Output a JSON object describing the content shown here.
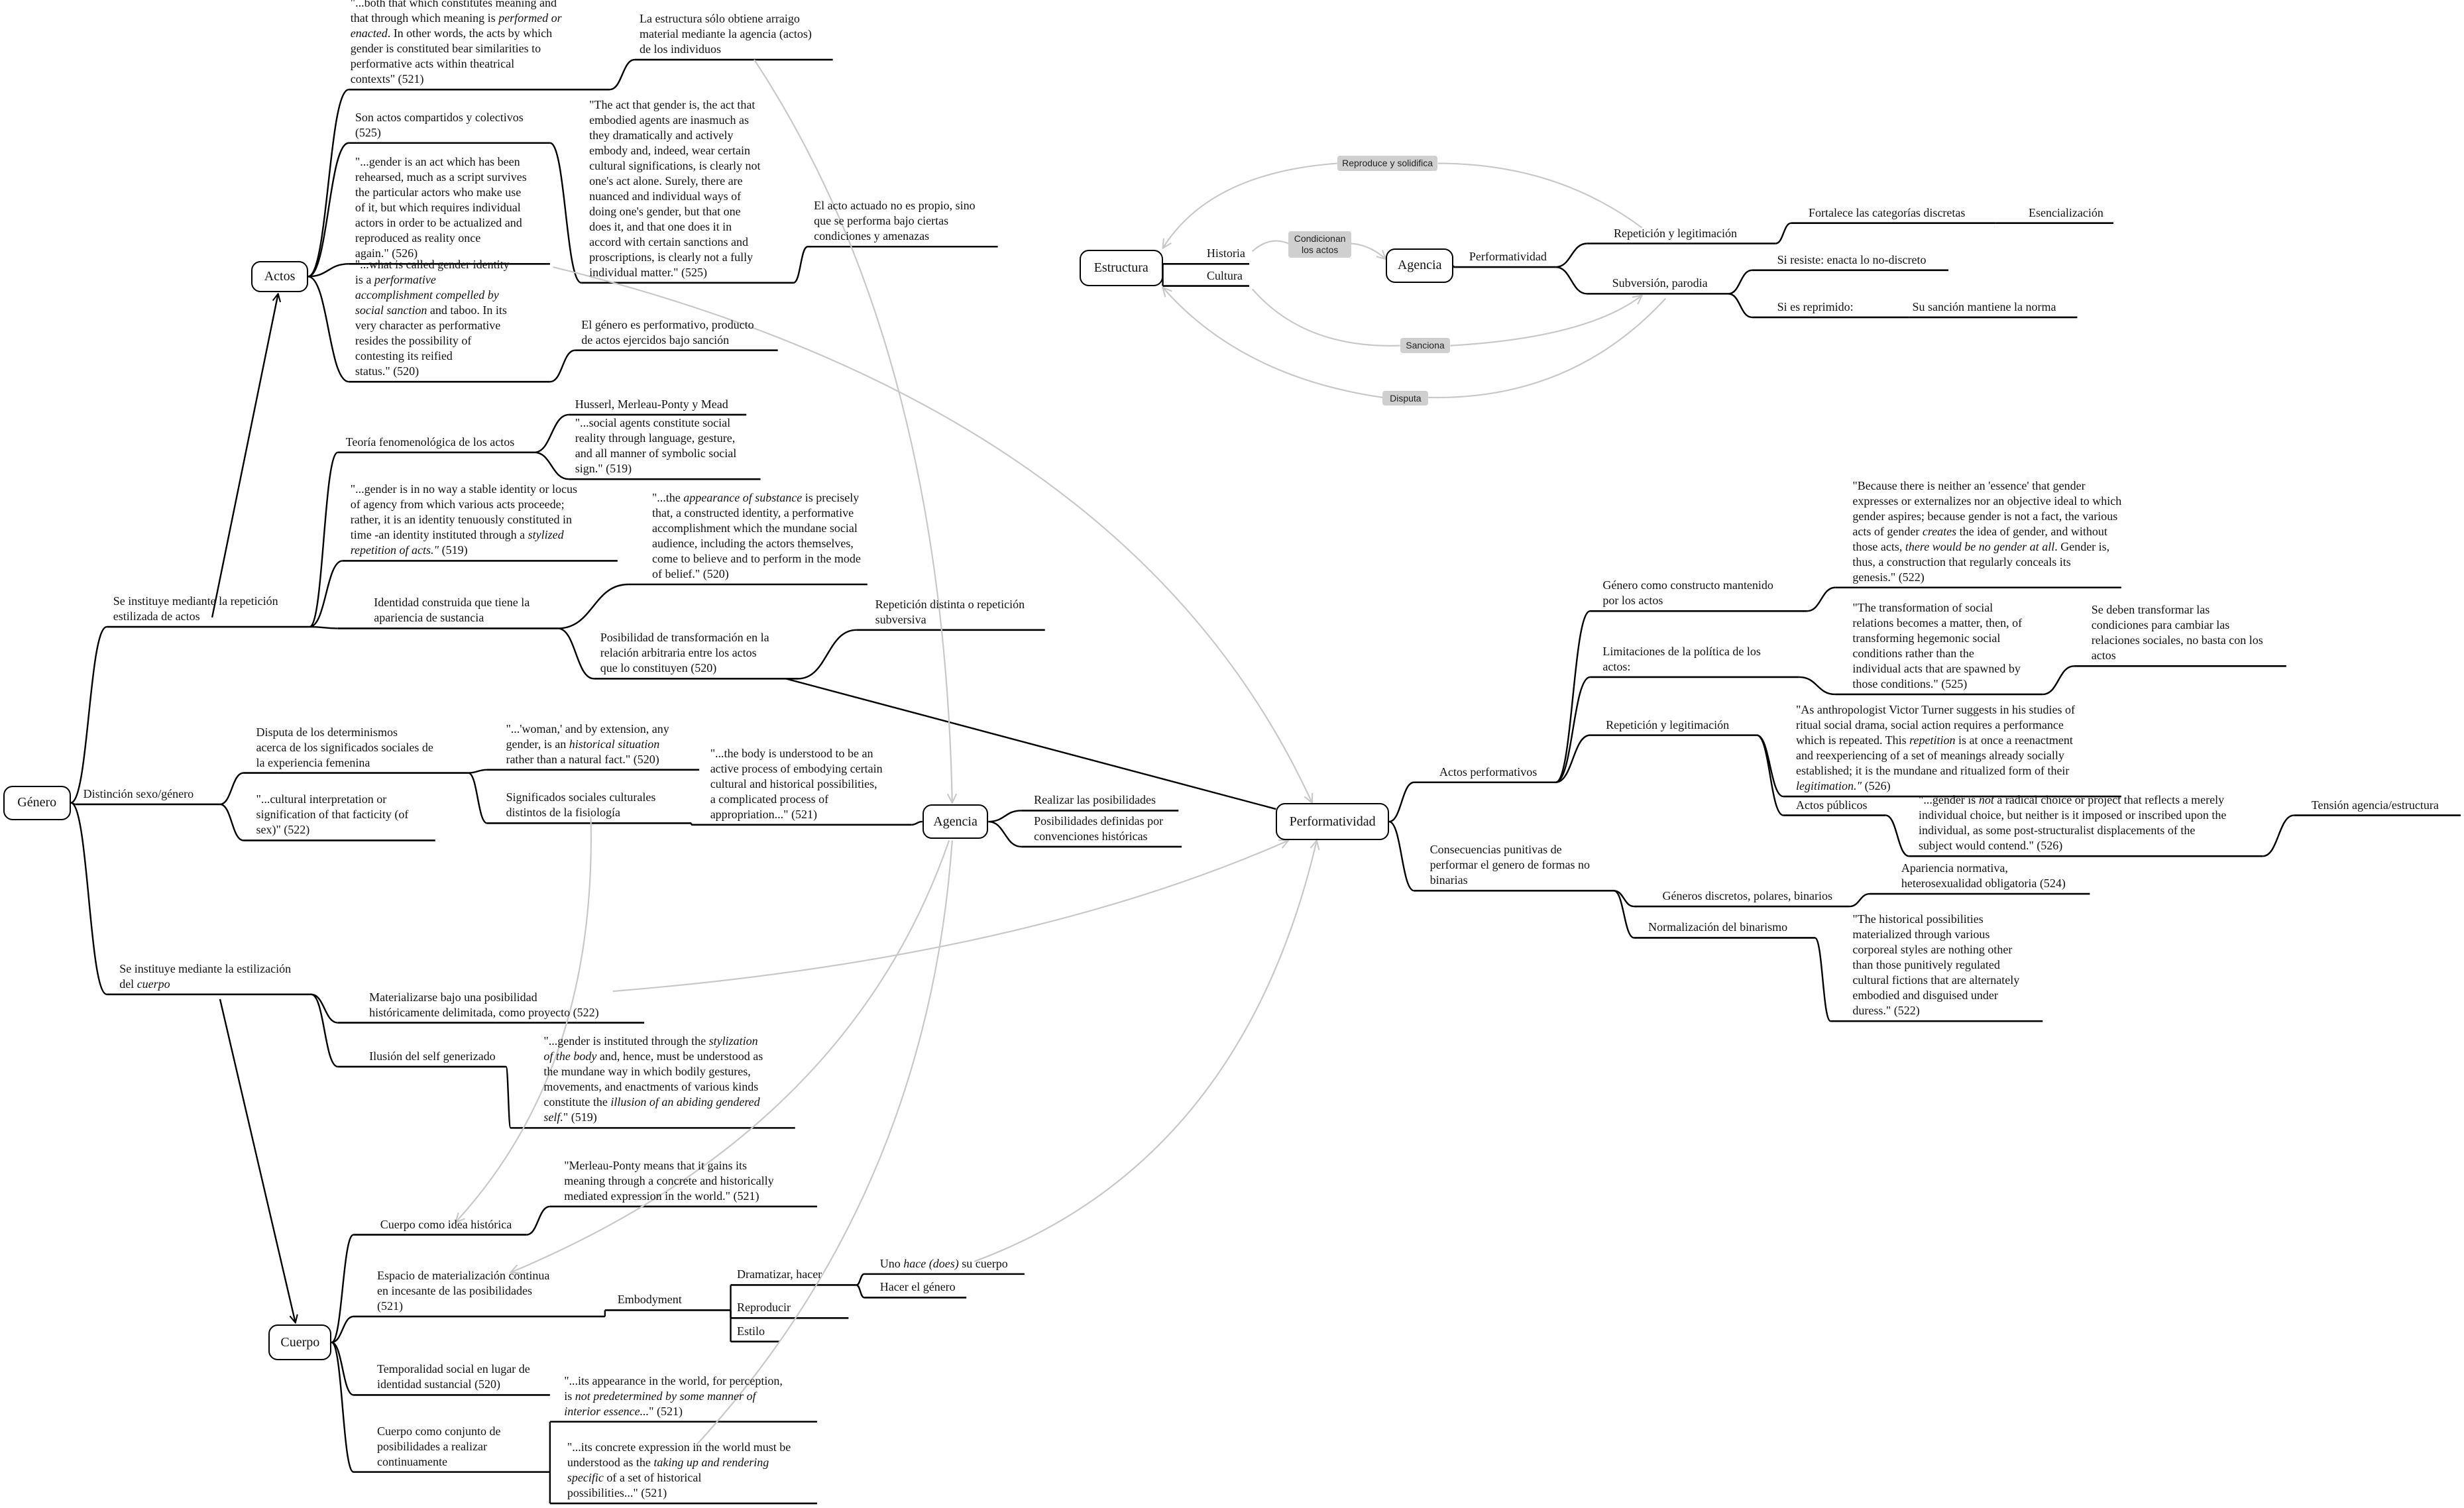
{
  "colors": {
    "branch": "#000000",
    "relationship": "#c8c8c8",
    "label_bg": "#cfcfcf"
  },
  "boxes": {
    "genero": "Género",
    "actos": "Actos",
    "agencia": "Agencia",
    "performatividad": "Performatividad",
    "cuerpo": "Cuerpo",
    "estructura": "Estructura",
    "agencia2": "Agencia"
  },
  "labels": {
    "reproduce": "Reproduce y solidifica",
    "condicionan": "Condicionan\nlos actos",
    "sanciona": "Sanciona",
    "disputa": "Disputa"
  },
  "nodes": {
    "a1": {
      "text": "\"...both that which constitutes meaning and\nthat through which meaning is performed or\nenacted. In other words, the acts by which\ngender is constituted bear similarities to\nperformative acts within theatrical\ncontexts\" (521)",
      "italic": [
        "performed or\nenacted"
      ]
    },
    "a1c": {
      "text": "La estructura sólo obtiene arraigo\nmaterial mediante la agencia (actos)\nde los individuos"
    },
    "a2": {
      "text": "Son actos compartidos y colectivos\n(525)"
    },
    "a2c": {
      "text": "\"The act that gender is, the act that\nembodied agents are inasmuch as\nthey dramatically and actively\nembody and, indeed, wear certain\ncultural significations, is clearly not\none's act alone. Surely, there are\nnuanced and individual ways of\ndoing one's gender, but that one\ndoes it, and that one does it in\naccord with certain sanctions and\nproscriptions, is clearly not a fully\nindividual matter.\" (525)"
    },
    "a2cc": {
      "text": "El acto actuado no es propio, sino\nque se performa bajo ciertas\ncondiciones y amenazas"
    },
    "a3": {
      "text": "\"...gender is an act which has been\nrehearsed, much as a script survives\nthe particular actors who make use\nof it, but which requires individual\nactors in order to be actualized and\nreproduced as reality once\nagain.\" (526)"
    },
    "a4": {
      "text": "\"...what is called gender identity\nis a performative\naccomplishment compelled by\nsocial sanction and taboo. In its\nvery character as performative\nresides the possibility of\ncontesting its reified\nstatus.\" (520)",
      "italic": [
        "performative\naccomplishment compelled by\nsocial sanction"
      ]
    },
    "a4c": {
      "text": "El género es performativo, producto\nde actos ejercidos bajo sanción"
    },
    "g1": {
      "text": "Se instituye mediante la repetición\nestilizada de actos"
    },
    "t1": {
      "text": "Teoría fenomenológica de los actos"
    },
    "t1a": {
      "text": "Husserl, Merleau-Ponty y Mead"
    },
    "t1b": {
      "text": "\"...social agents constitute social\nreality through language, gesture,\nand all manner of symbolic social\nsign.\" (519)"
    },
    "g1b": {
      "text": "\"...gender is in no way a stable identity or locus\nof agency from which various acts proceede;\nrather, it is an identity tenuously constituted in\ntime -an identity instituted through a stylized\nrepetition of acts.\" (519)",
      "italic": [
        "stylized\nrepetition of acts.\""
      ]
    },
    "g1c": {
      "text": "Identidad construida que tiene la\napariencia de sustancia"
    },
    "g1c1": {
      "text": "\"...the appearance of substance is precisely\nthat, a constructed identity, a performative\naccomplishment which the mundane social\naudience, including the actors themselves,\ncome to believe and to perform in the mode\nof belief.\" (520)",
      "italic": [
        "appearance of substance"
      ]
    },
    "g1c2": {
      "text": "Posibilidad de transformación en la\nrelación arbitraria entre los actos\nque lo constituyen (520)"
    },
    "g1c2a": {
      "text": "Repetición distinta o repetición\nsubversiva"
    },
    "g2": {
      "text": "Distinción sexo/género"
    },
    "g2a": {
      "text": "Disputa de los determinismos\nacerca de los significados sociales de\nla experiencia femenina"
    },
    "g2a1": {
      "text": "\"...'woman,' and by extension, any\ngender, is an historical situation\nrather than a natural fact.\" (520)",
      "italic": [
        "historical situation"
      ]
    },
    "g2a2": {
      "text": "Significados sociales culturales\ndistintos de la fisiología"
    },
    "g2a2a": {
      "text": "\"...the body is understood to be an\nactive process of embodying certain\ncultural and historical possibilities,\na complicated process of\nappropriation...\" (521)"
    },
    "g2b": {
      "text": "\"...cultural interpretation or\nsignification of that facticity (of\nsex)\" (522)"
    },
    "g3": {
      "text": "Se instituye mediante la estilización\ndel cuerpo",
      "italic": [
        "cuerpo"
      ]
    },
    "g3a": {
      "text": "Materializarse bajo una posibilidad\nhistóricamente delimitada, como proyecto (522)"
    },
    "g3b": {
      "text": "Ilusión del self generizado"
    },
    "g3b1": {
      "text": "\"...gender is instituted through the stylization\nof the body and, hence, must be understood as\nthe mundane way in which bodily gestures,\nmovements, and enactments of various kinds\nconstitute the illusion of an abiding gendered\nself.\" (519)",
      "italic": [
        "stylization\nof the body",
        "illusion of an abiding gendered\nself."
      ]
    },
    "c1": {
      "text": "Cuerpo como idea histórica"
    },
    "c1a": {
      "text": "\"Merleau-Ponty means that it gains its\nmeaning through a concrete and historically\nmediated expression in the world.\" (521)"
    },
    "c2": {
      "text": "Espacio de materialización continua\nen incesante de las posibilidades\n(521)"
    },
    "c2a": {
      "text": "Embodyment"
    },
    "c2a1": {
      "text": "Dramatizar, hacer"
    },
    "c2a1a": {
      "text": "Uno hace (does) su cuerpo",
      "italic": [
        "hace (does)"
      ]
    },
    "c2a1b": {
      "text": "Hacer el género"
    },
    "c2a2": {
      "text": "Reproducir"
    },
    "c2a3": {
      "text": "Estilo"
    },
    "c3": {
      "text": "Temporalidad social en lugar de\nidentidad sustancial (520)"
    },
    "c4": {
      "text": "Cuerpo como conjunto de\nposibilidades a realizar\ncontinuamente"
    },
    "c4a": {
      "text": "\"...its appearance in the world, for perception,\nis not predetermined by some manner of\ninterior essence...\" (521)",
      "italic": [
        "not predetermined by some manner of\ninterior essence..."
      ]
    },
    "c4b": {
      "text": "\"...its concrete expression in the world must be\nunderstood as the taking up and rendering\nspecific of a set of historical\npossibilities...\" (521)",
      "italic": [
        "taking up and rendering\nspecific"
      ]
    },
    "ag1": {
      "text": "Realizar las posibilidades"
    },
    "ag2": {
      "text": "Posibilidades definidas por\nconvenciones históricas"
    },
    "p1": {
      "text": "Actos performativos"
    },
    "p1a": {
      "text": "Género como constructo mantenido\npor los actos"
    },
    "p1a1": {
      "text": "\"Because there is neither an 'essence' that gender\nexpresses or externalizes nor an objective ideal to which\ngender aspires; because gender is not a fact, the various\nacts of gender creates the idea of gender, and without\nthose acts, there would be no gender at all. Gender is,\nthus, a construction that regularly conceals its\ngenesis.\" (522)",
      "italic": [
        "creates",
        "there would be no gender at all"
      ]
    },
    "p1b": {
      "text": "Limitaciones de la política de los\nactos:"
    },
    "p1b1": {
      "text": "\"The transformation of social\nrelations becomes a matter, then, of\ntransforming hegemonic social\nconditions rather than the\nindividual acts that are spawned by\nthose conditions.\" (525)"
    },
    "p1b1a": {
      "text": "Se deben transformar las\ncondiciones para cambiar las\nrelaciones sociales, no basta con los\nactos"
    },
    "p1c": {
      "text": "Repetición y legitimación"
    },
    "p1c1": {
      "text": "\"As anthropologist Victor Turner suggests in his studies of\nritual social drama, social action requires a performance\nwhich is repeated. This repetition is at once a reenactment\nand reexperiencing of a set of meanings already socially\nestablished; it is the mundane and ritualized form of their\nlegitimation.\" (526)",
      "italic": [
        "repetition",
        "legitimation.\""
      ]
    },
    "p1c2": {
      "text": "Actos públicos"
    },
    "p1c2a": {
      "text": "\"...gender is not a radical choice or project that reflects a merely\nindividual choice, but neither is it imposed or inscribed upon the\nindividual, as some post-structuralist displacements of the\nsubject would contend.\" (526)",
      "italic": [
        "not"
      ]
    },
    "p1c2a1": {
      "text": "Tensión agencia/estructura"
    },
    "p2": {
      "text": "Consecuencias punitivas de\nperformar el genero de formas no\nbinarias"
    },
    "p2a": {
      "text": "Géneros discretos, polares, binarios"
    },
    "p2a1": {
      "text": "Apariencia normativa,\nheterosexualidad obligatoria (524)"
    },
    "p2b": {
      "text": "Normalización del binarismo"
    },
    "p2b1": {
      "text": "\"The historical possibilities\nmaterialized through various\ncorporeal styles are nothing other\nthan those punitively regulated\ncultural fictions that are alternately\nembodied and disguised under\nduress.\" (522)"
    },
    "e1": {
      "text": "Historia"
    },
    "e2": {
      "text": "Cultura"
    },
    "r1": {
      "text": "Performatividad"
    },
    "r1a": {
      "text": "Repetición y legitimación"
    },
    "r1a1": {
      "text": "Fortalece las categorías discretas"
    },
    "r1a1a": {
      "text": "Esencialización"
    },
    "r1b": {
      "text": "Subversión, parodia"
    },
    "r1b1": {
      "text": "Si resiste: enacta lo no-discreto"
    },
    "r1b2": {
      "text": "Si es reprimido:"
    },
    "r1b2a": {
      "text": "Su sanción mantiene la norma"
    }
  }
}
